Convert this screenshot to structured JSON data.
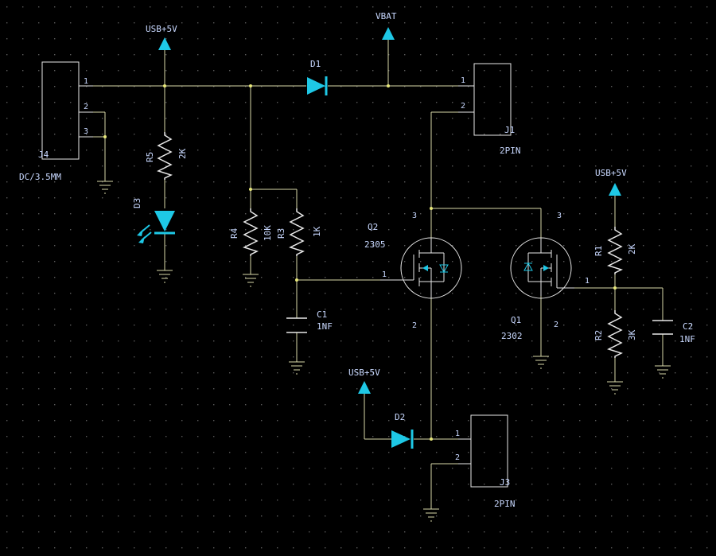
{
  "colors": {
    "background": "#000000",
    "grid_dot": "#5a5a5a",
    "wire": "#d8d8a8",
    "component": "#e8e8e8",
    "label": "#c8d8ff",
    "accent": "#1ec8e6"
  },
  "power": {
    "usb_top": "USB+5V",
    "vbat": "VBAT",
    "usb_right": "USB+5V",
    "usb_bottom": "USB+5V"
  },
  "connectors": {
    "j4": {
      "ref": "J4",
      "value": "DC/3.5MM",
      "pins": [
        "1",
        "2",
        "3"
      ]
    },
    "j1": {
      "ref": "J1",
      "value": "2PIN",
      "pins": [
        "1",
        "2"
      ]
    },
    "j3": {
      "ref": "J3",
      "value": "2PIN",
      "pins": [
        "1",
        "2"
      ]
    }
  },
  "diodes": {
    "d1": {
      "ref": "D1"
    },
    "d2": {
      "ref": "D2"
    },
    "d3": {
      "ref": "D3"
    }
  },
  "resistors": {
    "r5": {
      "ref": "R5",
      "value": "2K"
    },
    "r4": {
      "ref": "R4",
      "value": "10K"
    },
    "r3": {
      "ref": "R3",
      "value": "1K"
    },
    "r1": {
      "ref": "R1",
      "value": "2K"
    },
    "r2": {
      "ref": "R2",
      "value": "3K"
    }
  },
  "capacitors": {
    "c1": {
      "ref": "C1",
      "value": "1NF"
    },
    "c2": {
      "ref": "C2",
      "value": "1NF"
    }
  },
  "transistors": {
    "q2": {
      "ref": "Q2",
      "value": "2305",
      "pins": {
        "gate": "1",
        "source": "2",
        "drain": "3"
      }
    },
    "q1": {
      "ref": "Q1",
      "value": "2302",
      "pins": {
        "gate": "1",
        "source": "2",
        "drain": "3"
      }
    }
  }
}
